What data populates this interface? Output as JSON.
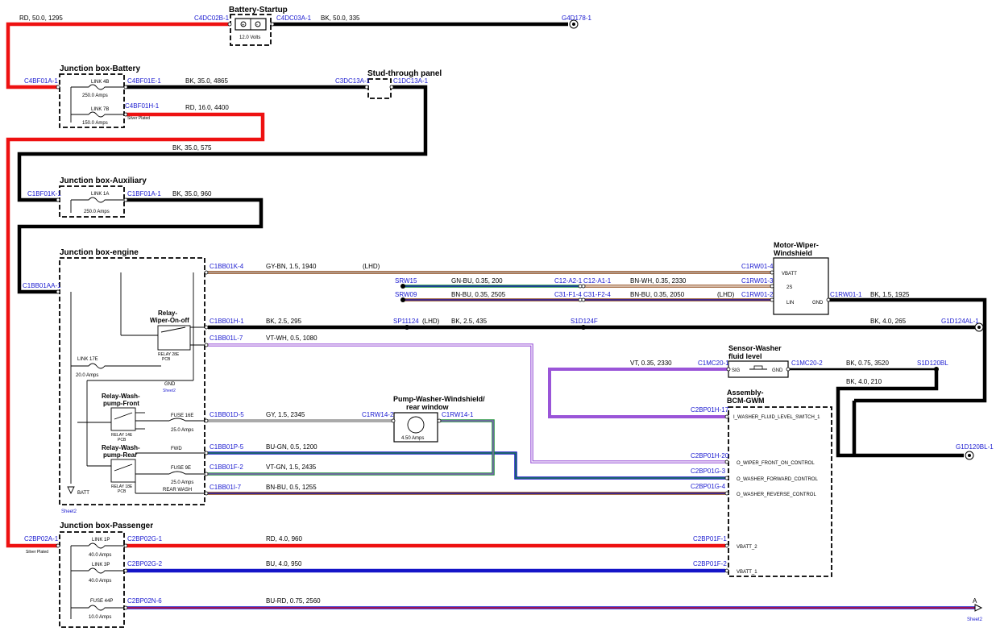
{
  "colors": {
    "connector": "#1a1ad0",
    "red": "#ee1111",
    "black": "#000000",
    "blue": "#1515c8",
    "gray": "#aaaaaa",
    "brown": "#8b4513",
    "orange": "#e08a2a",
    "green": "#1f8f3a",
    "violet": "#9a55d8",
    "white": "#ffffff",
    "tan": "#d9b98a",
    "light_violet": "#c9a0f0"
  },
  "components": {
    "battery": {
      "title": "Battery-Startup",
      "voltage": "12.0 Volts"
    },
    "jb_battery": {
      "title": "Junction box-Battery",
      "link4b": "LINK 4B",
      "link4b_amps": "250.0 Amps",
      "link7b": "LINK 7B",
      "link7b_amps": "150.0 Amps",
      "silver": "Silver Plated"
    },
    "stud": {
      "title": "Stud-through panel"
    },
    "jb_aux": {
      "title": "Junction box-Auxiliary",
      "link1a": "LINK 1A",
      "link1a_amps": "250.0 Amps"
    },
    "jb_engine": {
      "title": "Junction box-engine",
      "link17e": "LINK 17E",
      "link17e_amps": "20.0 Amps",
      "batt": "BATT",
      "sheet": "Sheet2",
      "gnd": "GND",
      "gnd_sheet": "Sheet2"
    },
    "relay_wiper": {
      "title1": "Relay-",
      "title2": "Wiper-On-off",
      "sub": "RELAY 28E",
      "sub2": "PCB"
    },
    "relay_front": {
      "title1": "Relay-Wash-",
      "title2": "pump-Front",
      "sub": "RELAY 14E",
      "sub2": "PCB",
      "fuse": "FUSE 16E",
      "fuse_amps": "25.0 Amps",
      "fwd": "FWD"
    },
    "relay_rear": {
      "title1": "Relay-Wash-",
      "title2": "pump-Rear",
      "sub": "RELAY 18E",
      "sub2": "PCB",
      "fuse": "FUSE 9E",
      "fuse_amps": "25.0 Amps",
      "rear": "REAR WASH"
    },
    "pump": {
      "title1": "Pump-Washer-Windshield/",
      "title2": "rear window",
      "amps": "4.50 Amps"
    },
    "motor": {
      "title1": "Motor-Wiper-",
      "title2": "Windshield",
      "vbatt": "VBATT",
      "p2s": "2S",
      "lin": "LIN",
      "gnd": "GND"
    },
    "sensor": {
      "title1": "Sensor-Washer",
      "title2": "fluid level",
      "sig": "SIG",
      "gnd": "GND"
    },
    "bcm": {
      "title1": "Assembly-",
      "title2": "BCM-GWM",
      "p1": "I_WASHER_FLUID_LEVEL_SWITCH_1",
      "p2": "O_WIPER_FRONT_ON_CONTROL",
      "p3": "O_WASHER_FORWARD_CONTROL",
      "p4": "O_WASHER_REVERSE_CONTROL",
      "p5": "VBATT_2",
      "p6": "VBATT_1"
    },
    "jb_pass": {
      "title": "Junction box-Passenger",
      "link1p": "LINK 1P",
      "link1p_amps": "40.0 Amps",
      "link3p": "LINK 3P",
      "link3p_amps": "40.0 Amps",
      "fuse44p": "FUSE 44P",
      "fuse44p_amps": "10.0 Amps",
      "silver": "Silver Plated"
    }
  },
  "connectors": {
    "c4dc02b": "C4DC02B-1",
    "c4dc03a": "C4DC03A-1",
    "g4d178": "G4D178-1",
    "c4bf01a": "C4BF01A-1",
    "c4bf01e": "C4BF01E-1",
    "c4bf01h": "C4BF01H-1",
    "c3dc13a": "C3DC13A-1",
    "c1dc13a": "C1DC13A-1",
    "c1bf01k": "C1BF01K-1",
    "c1bf01a": "C1BF01A-1",
    "c1bb01aa": "C1BB01AA-1",
    "c1bb01k": "C1BB01K-4",
    "c1bb01h": "C1BB01H-1",
    "c1bb01l": "C1BB01L-7",
    "c1bb01d": "C1BB01D-5",
    "c1bb01p": "C1BB01P-5",
    "c1bb01f": "C1BB01F-2",
    "c1bb01i": "C1BB01I-7",
    "srw15": "SRW15",
    "srw09": "SRW09",
    "c12a2": "C12-A2-1",
    "c12a1": "C12-A1-1",
    "c31f1": "C31-F1-4",
    "c31f2": "C31-F2-4",
    "c1rw01_4": "C1RW01-4",
    "c1rw01_3": "C1RW01-3",
    "c1rw01_2": "C1RW01-2",
    "c1rw01_1": "C1RW01-1",
    "sp11124": "SP11124",
    "s1d124f": "S1D124F",
    "g1d124al": "G1D124AL-1",
    "c1mc20_1": "C1MC20-1",
    "c1mc20_2": "C1MC20-2",
    "s1d120bl": "S1D120BL",
    "g1d120bl": "G1D120BL-1",
    "c1rw14_2": "C1RW14-2",
    "c1rw14_1": "C1RW14-1",
    "c2bp01h": "C2BP01H-17",
    "c2bp01h20": "C2BP01H-20",
    "c2bp01g3": "C2BP01G-3",
    "c2bp01g4": "C2BP01G-4",
    "c2bp02a": "C2BP02A-1",
    "c2bp02g1": "C2BP02G-1",
    "c2bp02g2": "C2BP02G-2",
    "c2bp02n": "C2BP02N-6",
    "c2bp01f1": "C2BP01F-1",
    "c2bp01f2": "C2BP01F-2"
  },
  "wires": {
    "w_rd_1295": "RD,  50.0,  1295",
    "w_bk_335": "BK,  50.0,  335",
    "w_bk_4865": "BK,  35.0,  4865",
    "w_rd_4400": "RD,  16.0,  4400",
    "w_bk_575": "BK,  35.0,  575",
    "w_bk_960": "BK,  35.0,  960",
    "w_gybn": "GY-BN,  1.5,  1940",
    "lhd": "(LHD)",
    "w_gnbu": "GN-BU,  0.35,  200",
    "w_bnwh": "BN-WH,  0.35,  2330",
    "w_bnbu_2505": "BN-BU,  0.35,  2505",
    "w_bnbu_2050": "BN-BU,  0.35,  2050",
    "w_bk_1925": "BK,  1.5,  1925",
    "w_bk_295": "BK,  2.5,  295",
    "w_bk_435": "BK,  2.5,  435",
    "w_bk_265": "BK,  4.0,  265",
    "w_vtwh": "VT-WH,  0.5,  1080",
    "w_vt": "VT,  0.35,  2330",
    "w_bk_3520": "BK,  0.75,  3520",
    "w_bk_210": "BK,  4.0,  210",
    "w_gy": "GY,  1.5,  2345",
    "w_bugn": "BU-GN,  0.5,  1200",
    "w_vtgn": "VT-GN,  1.5,  2435",
    "w_bnbu_1255": "BN-BU,  0.5,  1255",
    "w_rd_960": "RD,  4.0,  960",
    "w_bu_950": "BU,  4.0,  950",
    "w_burd": "BU-RD,  0.75,  2560",
    "arrow_a": "A",
    "sheet2": "Sheet2"
  }
}
